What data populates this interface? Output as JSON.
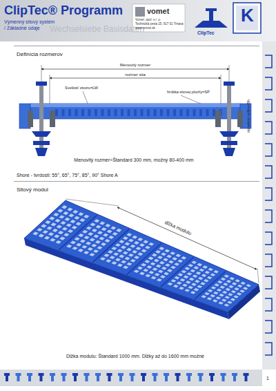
{
  "diagram": {
    "title": "ClipTec® Programm",
    "nodes": [
      {
        "text": [
          "Definícia rozmerov"
        ]
      },
      {
        "text": [
          "Sitový modul"
        ]
      }
    ],
    "labels": [
      "Výmenný sitový systém",
      "/ Základné údaje",
      "Wechselsiebe Basisdaten",
      "vomet",
      "Vomet, spol. s r. o.",
      "Technická cesta 15, 917 01 Trnava",
      "www.vomet.sk",
      "ClipTec",
      "K",
      "Menovitý rozmer",
      "rozmer sita",
      "Svetlosť otvoru=LW",
      "hrúbka sitovej plochy=SP",
      "stavebná výška=Bh",
      "Menovitý rozmer=Štandard 300 mm, možný 80-400 mm",
      "Shore - tvrdosti: 55°, 65°, 75°, 85°, 90° Shore A",
      "dĺžka modulu",
      "Dĺžka modulu: Štandard 1000 mm. Dĺžky až do 1600 mm možné",
      "1"
    ]
  }
}
